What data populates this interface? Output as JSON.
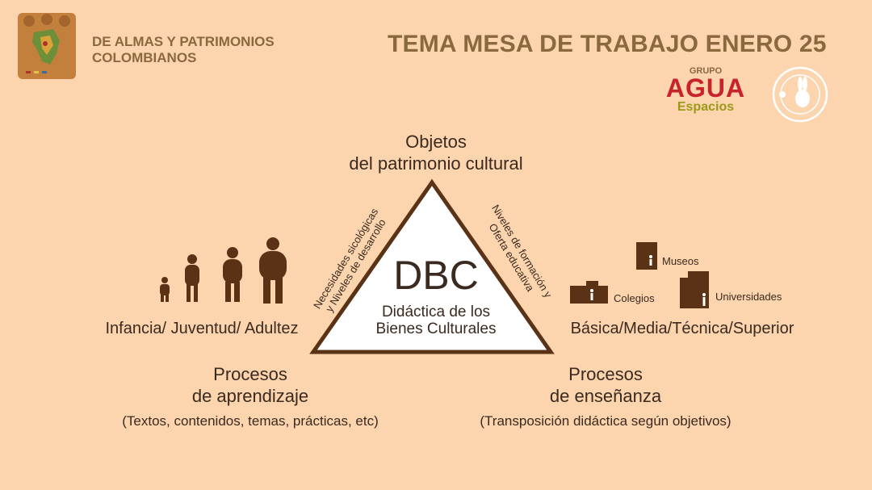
{
  "header": {
    "brand_line1": "DE ALMAS Y PATRIMONIOS",
    "brand_line2": "COLOMBIANOS",
    "title": "TEMA MESA DE TRABAJO ENERO 25",
    "partner_logo": {
      "grupo": "GRUPO",
      "agua": "AGUA",
      "espacios": "Espacios"
    }
  },
  "diagram": {
    "top_line1": "Objetos",
    "top_line2": "del patrimonio cultural",
    "center_title": "DBC",
    "center_line1": "Didáctica de los",
    "center_line2": "Bienes Culturales",
    "left_side_line1": "Necesidades sicológicas",
    "left_side_line2": "y Niveles de desarrollo",
    "right_side_line1": "Niveles de formación y",
    "right_side_line2": "Oferta educativa",
    "left_label": "Infancia/ Juventud/ Adultez",
    "right_label": "Básica/Media/Técnica/Superior",
    "bottom_left_line1": "Procesos",
    "bottom_left_line2": "de aprendizaje",
    "bottom_left_note": "(Textos, contenidos, temas, prácticas, etc)",
    "bottom_right_line1": "Procesos",
    "bottom_right_line2": "de enseñanza",
    "bottom_right_note": "(Transposición didáctica según objetivos)"
  },
  "institutions": {
    "museos": "Museos",
    "colegios": "Colegios",
    "universidades": "Universidades"
  },
  "colors": {
    "background": "#fcd4ae",
    "brand": "#8a6a3c",
    "dark": "#5a3317",
    "agua_red": "#c8232c",
    "espacios_olive": "#9b9a1a"
  },
  "icons": [
    "family-map-logo-icon",
    "people-growth-icon",
    "building-icon",
    "seal-rabbit-icon"
  ]
}
